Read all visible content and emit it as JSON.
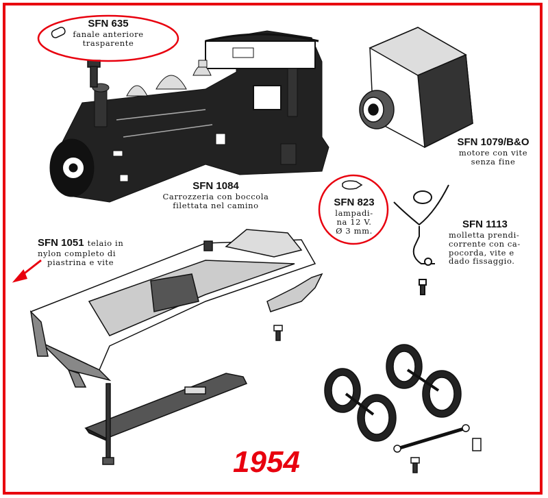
{
  "parts": [
    {
      "code": "SFN 635",
      "desc": [
        "fanale anteriore",
        "trasparente"
      ]
    },
    {
      "code": "SFN 1084",
      "desc": [
        "Carrozzeria con boccola",
        "filettata nel camino"
      ]
    },
    {
      "code": "SFN 1079/B&O",
      "desc": [
        "motore con vite",
        "senza fine"
      ]
    },
    {
      "code": "SFN 823",
      "desc": [
        "lampadi-",
        "na 12 V.",
        "Ø 3 mm."
      ]
    },
    {
      "code": "SFN 1113",
      "desc": [
        "molletta prendi-",
        "corrente con ca-",
        "pocorda, vite e",
        "dado fissaggio."
      ]
    },
    {
      "code": "SFN 1051",
      "inline": "telaio in",
      "desc": [
        "nylon completo di",
        "piastrina e vite"
      ]
    }
  ],
  "year": "1954",
  "colors": {
    "frame": "#e8000e",
    "ink": "#111111",
    "annotation": "#e8000e"
  }
}
